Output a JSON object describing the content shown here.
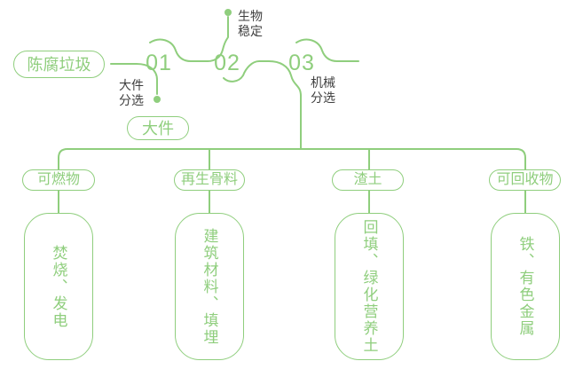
{
  "colors": {
    "accent_green": "#8fce7d",
    "label_dark": "#3f3f3f"
  },
  "flow": {
    "source_label": "陈腐垃圾",
    "steps": [
      {
        "number": "01",
        "label": "大件\n分选"
      },
      {
        "number": "02",
        "label": "生物\n稳定"
      },
      {
        "number": "03",
        "label": "机械\n分选"
      }
    ],
    "bulky_output_label": "大件"
  },
  "branches": [
    {
      "category": "可燃物",
      "result": "焚烧、发电"
    },
    {
      "category": "再生骨料",
      "result": "建筑材料、填埋"
    },
    {
      "category": "渣土",
      "result": "回填、绿化营养土"
    },
    {
      "category": "可回收物",
      "result": "铁、有色金属"
    }
  ]
}
